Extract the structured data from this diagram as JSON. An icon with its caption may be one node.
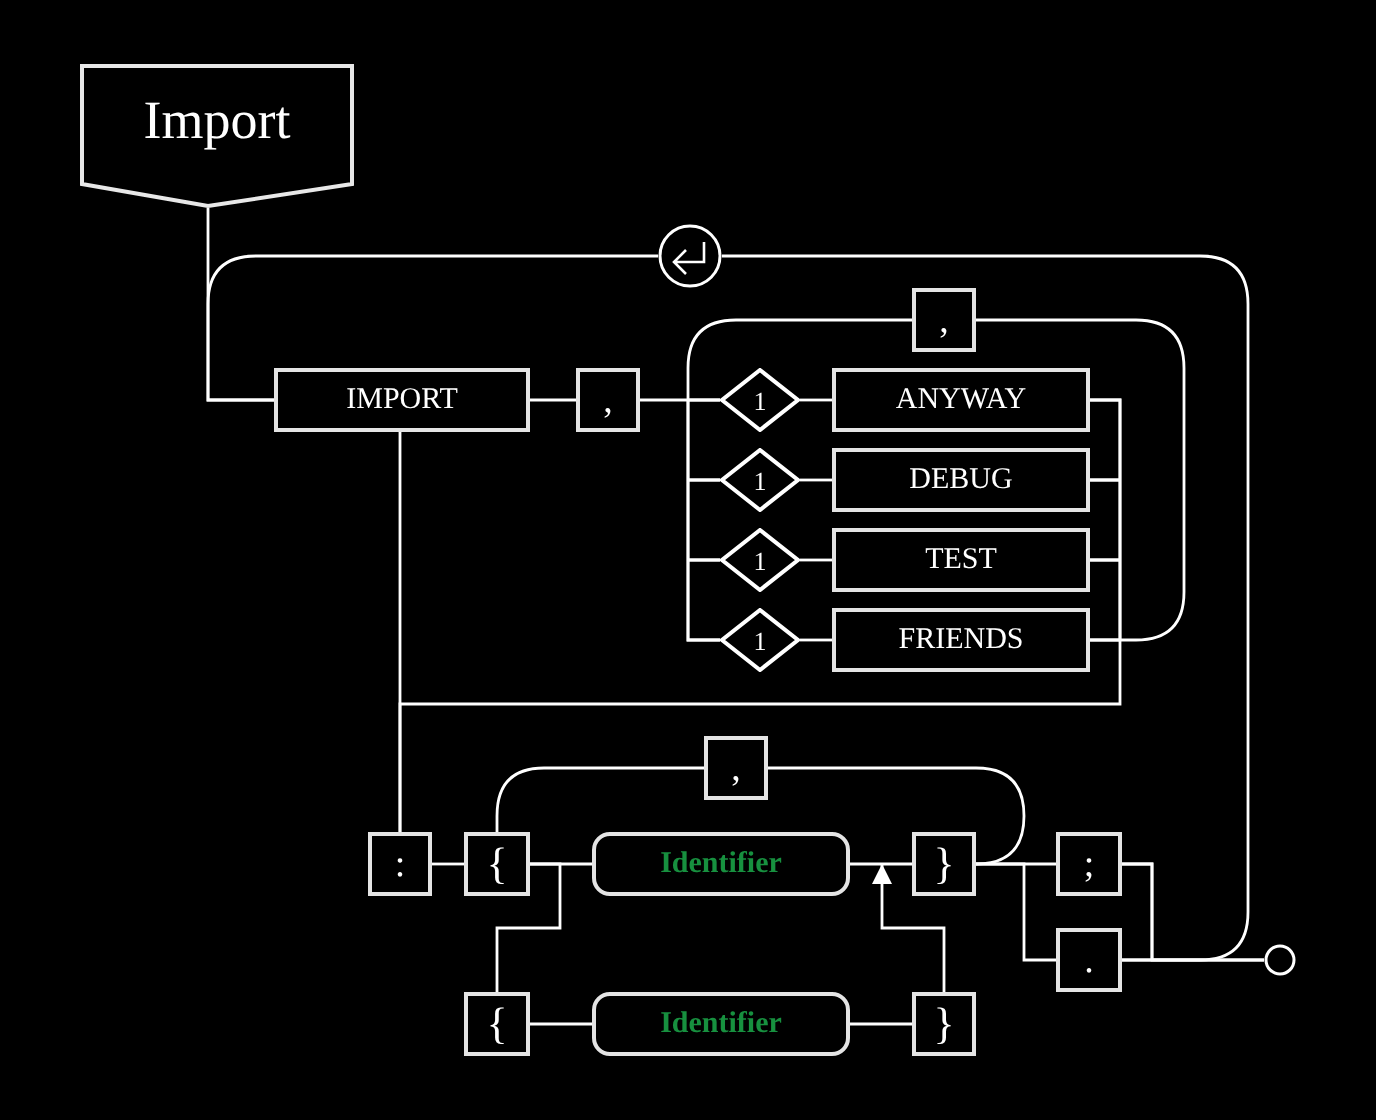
{
  "diagram": {
    "nodes": [
      {
        "text": [
          "Import"
        ]
      },
      {
        "text": [],
        "shape": "circle"
      },
      {
        "text": [
          ","
        ]
      },
      {
        "text": [
          "IMPORT"
        ]
      },
      {
        "text": [
          ","
        ]
      },
      {
        "text": [
          "1"
        ]
      },
      {
        "text": [
          "ANYWAY"
        ]
      },
      {
        "text": [
          "1"
        ]
      },
      {
        "text": [
          "DEBUG"
        ]
      },
      {
        "text": [
          "1"
        ]
      },
      {
        "text": [
          "TEST"
        ]
      },
      {
        "text": [
          "1"
        ]
      },
      {
        "text": [
          "FRIENDS"
        ]
      },
      {
        "text": [
          ","
        ]
      },
      {
        "text": [
          ":"
        ]
      },
      {
        "text": [
          "{"
        ]
      },
      {
        "text": [
          "Identifier"
        ]
      },
      {
        "text": [
          "}"
        ]
      },
      {
        "text": [
          ";"
        ]
      },
      {
        "text": [
          "."
        ]
      },
      {
        "text": [],
        "shape": "circle"
      },
      {
        "text": [
          "{"
        ]
      },
      {
        "text": [
          "Identifier"
        ]
      },
      {
        "text": [
          "}"
        ]
      }
    ],
    "edges": [
      {
        "from": 0,
        "to": 3,
        "arrow": "none"
      },
      {
        "from": 3,
        "to": 4,
        "arrow": "none"
      },
      {
        "from": 4,
        "to": 5,
        "arrow": "none"
      },
      {
        "from": 4,
        "to": 7,
        "arrow": "none"
      },
      {
        "from": 4,
        "to": 9,
        "arrow": "none"
      },
      {
        "from": 4,
        "to": 11,
        "arrow": "none"
      },
      {
        "from": 5,
        "to": 6,
        "arrow": "none"
      },
      {
        "from": 7,
        "to": 8,
        "arrow": "none"
      },
      {
        "from": 9,
        "to": 10,
        "arrow": "none"
      },
      {
        "from": 11,
        "to": 12,
        "arrow": "none"
      },
      {
        "from": 6,
        "to": 2,
        "arrow": "none"
      },
      {
        "from": 8,
        "to": 2,
        "arrow": "none"
      },
      {
        "from": 10,
        "to": 2,
        "arrow": "none"
      },
      {
        "from": 12,
        "to": 2,
        "arrow": "none"
      },
      {
        "from": 2,
        "to": 5,
        "arrow": "none"
      },
      {
        "from": 2,
        "to": 7,
        "arrow": "none"
      },
      {
        "from": 2,
        "to": 9,
        "arrow": "none"
      },
      {
        "from": 2,
        "to": 11,
        "arrow": "none"
      },
      {
        "from": 3,
        "to": 14,
        "arrow": "none"
      },
      {
        "from": 6,
        "to": 14,
        "arrow": "none"
      },
      {
        "from": 8,
        "to": 14,
        "arrow": "none"
      },
      {
        "from": 10,
        "to": 14,
        "arrow": "none"
      },
      {
        "from": 12,
        "to": 14,
        "arrow": "none"
      },
      {
        "from": 14,
        "to": 15,
        "arrow": "none"
      },
      {
        "from": 15,
        "to": 16,
        "arrow": "none"
      },
      {
        "from": 16,
        "to": 17,
        "arrow": "none"
      },
      {
        "from": 17,
        "to": 13,
        "arrow": "none"
      },
      {
        "from": 13,
        "to": 15,
        "arrow": "none"
      },
      {
        "from": 15,
        "to": 21,
        "arrow": "none"
      },
      {
        "from": 21,
        "to": 22,
        "arrow": "none"
      },
      {
        "from": 22,
        "to": 23,
        "arrow": "none"
      },
      {
        "from": 23,
        "to": 17,
        "arrow": "to"
      },
      {
        "from": 17,
        "to": 18,
        "arrow": "none"
      },
      {
        "from": 17,
        "to": 19,
        "arrow": "none"
      },
      {
        "from": 18,
        "to": 20,
        "arrow": "none"
      },
      {
        "from": 19,
        "to": 20,
        "arrow": "none"
      },
      {
        "from": 18,
        "to": 1,
        "arrow": "none"
      },
      {
        "from": 19,
        "to": 1,
        "arrow": "none"
      },
      {
        "from": 1,
        "to": 3,
        "arrow": "none"
      }
    ]
  }
}
